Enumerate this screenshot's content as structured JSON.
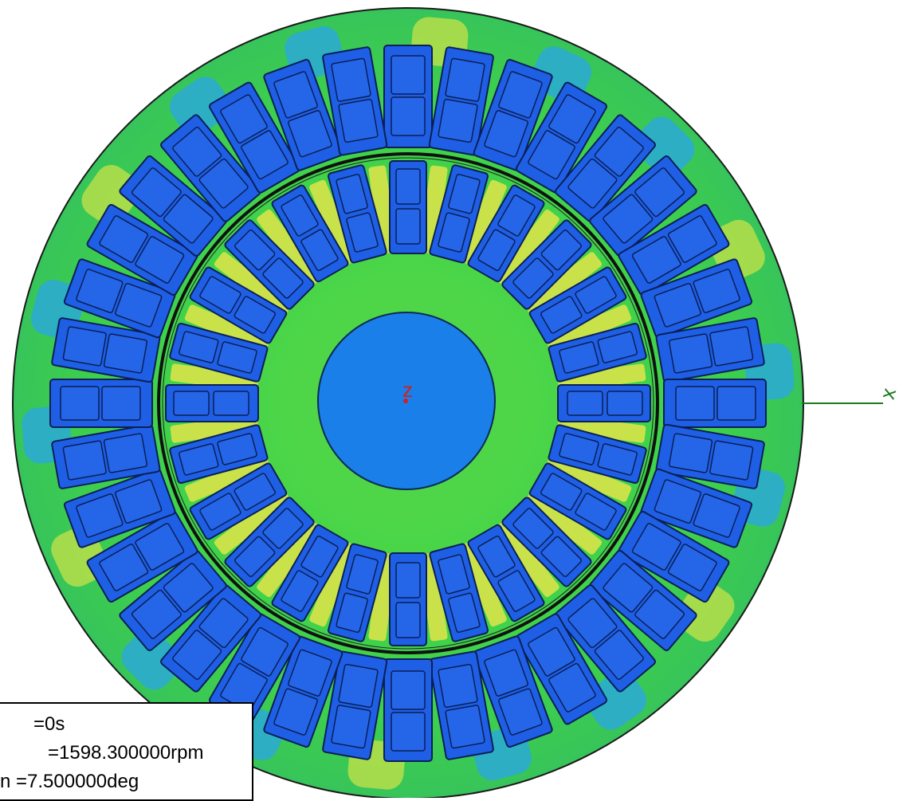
{
  "viewport": {
    "model": "motor-cross-section",
    "stator_slots": 36,
    "rotor_slots": 24,
    "colors": {
      "background": "#ffffff",
      "stator_core": "#3fd24a",
      "rotor_core": "#44d84a",
      "slot": "#1f5fe6",
      "shaft": "#1a7fe8",
      "hot_zone": "#c9e24a",
      "low_zone": "#2aa6e8",
      "x_axis": "#1a7a1a",
      "z_axis": "#d02020"
    },
    "axes": {
      "x_label": "x",
      "z_label": "z"
    }
  },
  "info_box": {
    "time": "=0s",
    "speed": "=1598.300000rpm",
    "position": "n =7.500000deg"
  }
}
